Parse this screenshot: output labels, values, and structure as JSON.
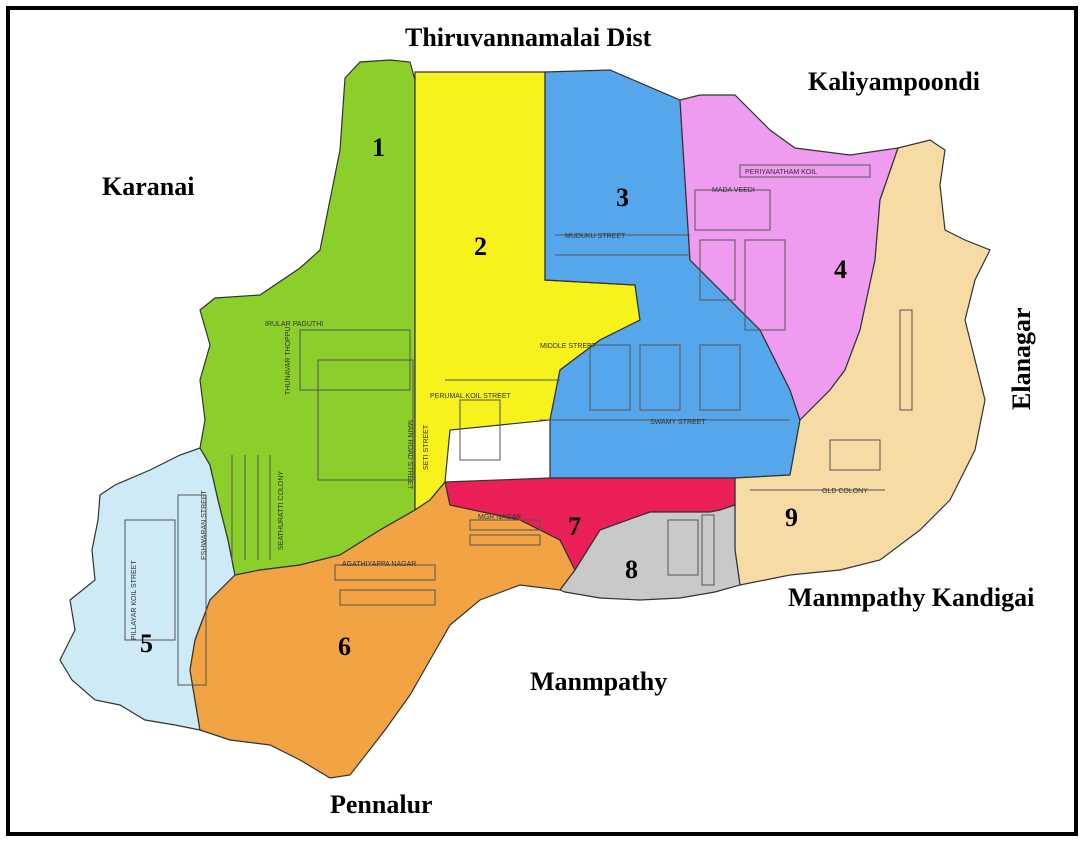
{
  "neighbors": {
    "north": "Thiruvannamalai Dist",
    "northeast": "Kaliyampoondi",
    "west": "Karanai",
    "east": "Elanagar",
    "southeast": "Manmpathy Kandigai",
    "south": "Manmpathy",
    "southwest": "Pennalur"
  },
  "wards": [
    {
      "label": "1",
      "color": "#8ccf2a"
    },
    {
      "label": "2",
      "color": "#f7f21c"
    },
    {
      "label": "3",
      "color": "#55a6ea"
    },
    {
      "label": "4",
      "color": "#ee9bf0"
    },
    {
      "label": "5",
      "color": "#cdeaf6"
    },
    {
      "label": "6",
      "color": "#f2a344"
    },
    {
      "label": "7",
      "color": "#ea1f57"
    },
    {
      "label": "8",
      "color": "#c9c9c9"
    },
    {
      "label": "9",
      "color": "#f7dba5"
    }
  ],
  "streets": {
    "irular": "IRULAR PAGUTHI",
    "thunavar": "THUNAVAR THOPPU",
    "sedhurathi": "SEATHURATTI COLONY",
    "main": "MAIN ROAD STREET",
    "seti": "SETI STREET",
    "perumal": "PERUMAL KOIL STREET",
    "muduku": "MUDUKU STREET",
    "middle": "MIDDLE STREET",
    "swamy": "SWAMY STREET",
    "periyanatham": "PERIYANATHAM KOIL",
    "mada": "MADA VEEDI",
    "pillayar": "PILLAYAR KOIL STREET",
    "eshwaran": "ESHWARAN STREET",
    "agathiyappa": "AGATHIYAPPA NAGAR",
    "mgr": "MGR NAGAR",
    "old": "OLD COLONY"
  }
}
